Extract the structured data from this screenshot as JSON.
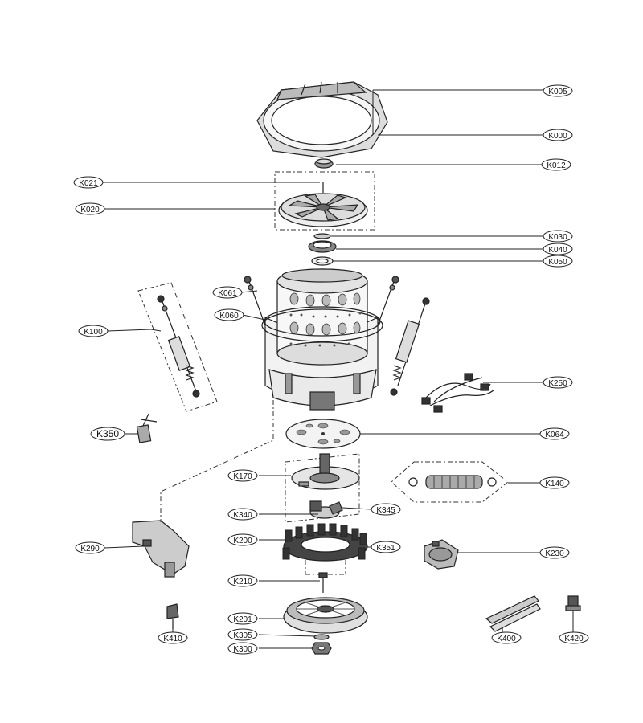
{
  "labels": {
    "K005": "K005",
    "K000": "K000",
    "K012": "K012",
    "K021": "K021",
    "K020": "K020",
    "K030": "K030",
    "K040": "K040",
    "K050": "K050",
    "K061": "K061",
    "K060": "K060",
    "K100": "K100",
    "K250": "K250",
    "K350": "K350",
    "K064": "K064",
    "K170": "K170",
    "K140": "K140",
    "K340": "K340",
    "K345": "K345",
    "K290": "K290",
    "K200": "K200",
    "K351": "K351",
    "K230": "K230",
    "K210": "K210",
    "K201": "K201",
    "K410": "K410",
    "K400": "K400",
    "K420": "K420",
    "K305": "K305",
    "K300": "K300"
  },
  "colors": {
    "line": "#222222",
    "fill_light": "#eeeeee",
    "fill_mid": "#bbbbbb",
    "fill_dark": "#555555"
  }
}
